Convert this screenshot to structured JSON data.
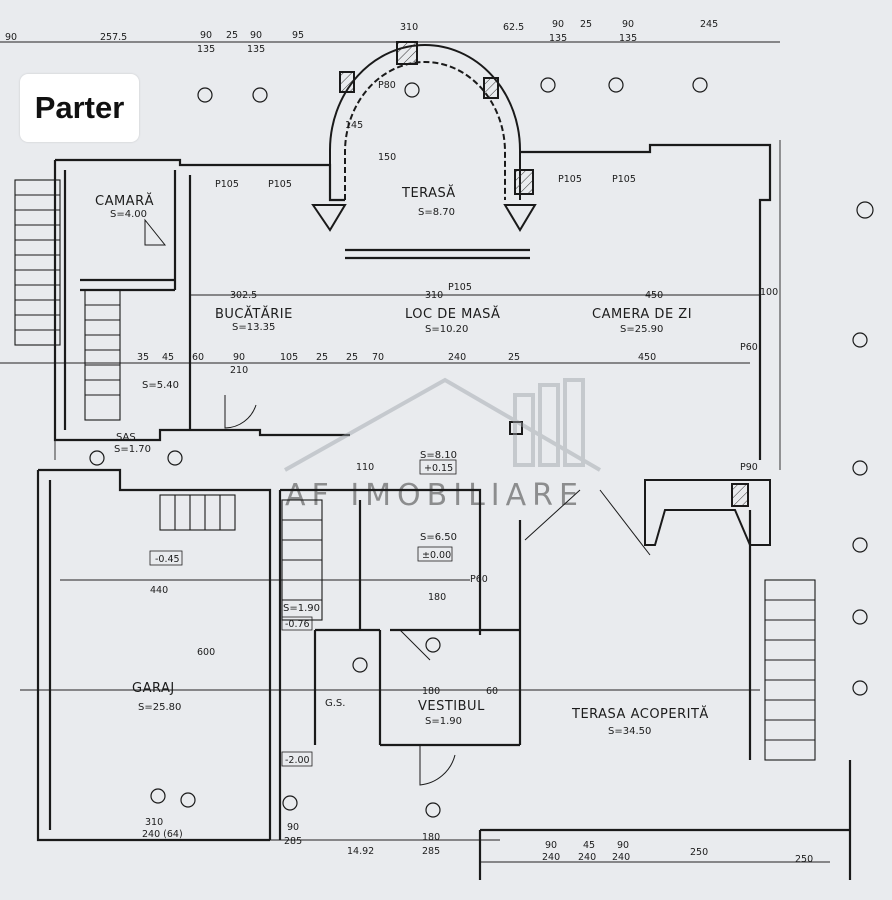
{
  "badge": {
    "title": "Parter"
  },
  "watermark": {
    "text": "AF IMOBILIARE"
  },
  "rooms": [
    {
      "name": "CAMARĂ",
      "area": "S=4.00"
    },
    {
      "name": "TERASĂ",
      "area": "S=8.70"
    },
    {
      "name": "BUCĂTĂRIE",
      "area": "S=13.35"
    },
    {
      "name": "LOC DE MASĂ",
      "area": "S=10.20"
    },
    {
      "name": "CAMERA DE ZI",
      "area": "S=25.90"
    },
    {
      "name": "GARAJ",
      "area": "S=25.80"
    },
    {
      "name": "VESTIBUL",
      "area": "S=1.90"
    },
    {
      "name": "TERASA ACOPERITĂ",
      "area": "S=34.50"
    },
    {
      "name": "G.S.",
      "area": ""
    },
    {
      "name": "SAS",
      "area": "S=1.70"
    }
  ],
  "areas_misc": [
    "S=5.40",
    "S=8.10",
    "S=6.50",
    "S=1.90"
  ],
  "levels": [
    "+0.15",
    "-0.45",
    "±0.00",
    "-0.76",
    "-2.00"
  ],
  "dims_top": [
    "90",
    "257.5",
    "90",
    "135",
    "25",
    "90",
    "135",
    "95",
    "310",
    "62.5",
    "90",
    "135",
    "25",
    "90",
    "135",
    "245"
  ],
  "dims_mid": [
    "35",
    "45",
    "60",
    "90",
    "210",
    "105",
    "25",
    "25",
    "70",
    "240",
    "25",
    "450"
  ],
  "dims_bottom": [
    "310",
    "240 (64)",
    "90",
    "285",
    "14.92",
    "180",
    "285",
    "90",
    "240",
    "45",
    "240",
    "90",
    "240",
    "250",
    "250"
  ],
  "dims_misc": [
    "150",
    "P80",
    "P105",
    "P105",
    "P105",
    "P105",
    "P105",
    "145",
    "302.5",
    "310",
    "450",
    "440",
    "600",
    "180",
    "180",
    "60",
    "110",
    "100",
    "P60",
    "P60",
    "P90"
  ]
}
